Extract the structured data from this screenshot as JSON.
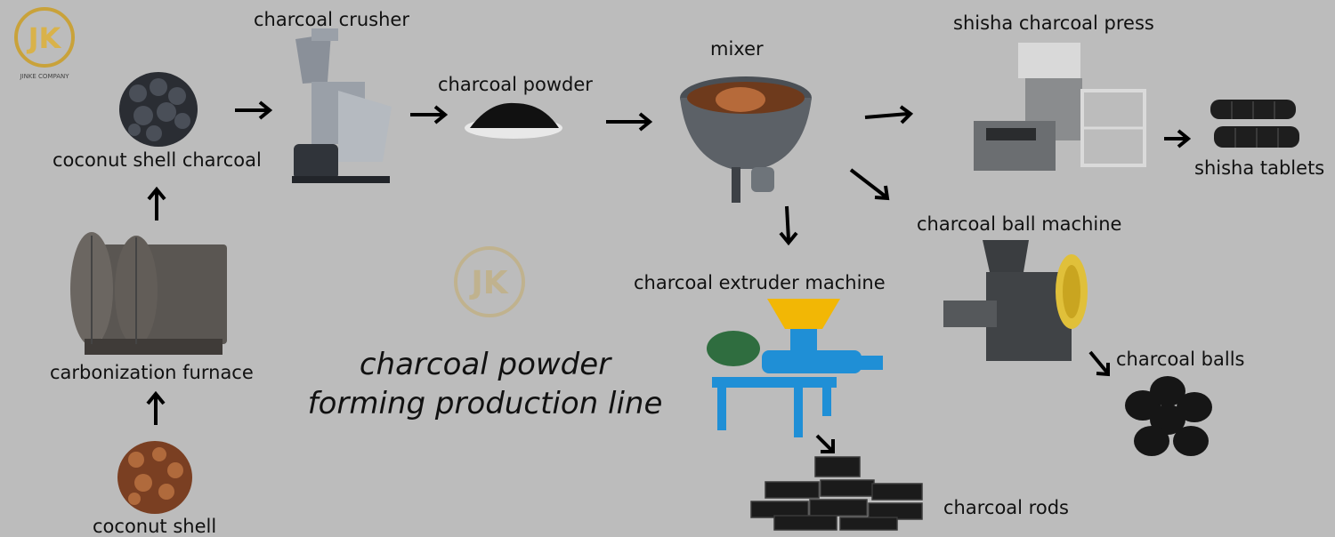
{
  "logo": {
    "text": "JK",
    "subtext": "JINKE COMPANY"
  },
  "title_line1": "charcoal powder",
  "title_line2": "forming production line",
  "labels": {
    "coconut_shell_charcoal": "coconut shell charcoal",
    "charcoal_crusher": "charcoal crusher",
    "charcoal_powder": "charcoal powder",
    "mixer": "mixer",
    "shisha_charcoal_press": "shisha charcoal press",
    "shisha_tablets": "shisha tablets",
    "charcoal_ball_machine": "charcoal ball machine",
    "charcoal_balls": "charcoal balls",
    "charcoal_extruder_machine": "charcoal extruder machine",
    "charcoal_rods": "charcoal rods",
    "carbonization_furnace": "carbonization furnace",
    "coconut_shell": "coconut shell"
  },
  "colors": {
    "background": "#bcbcbc",
    "gold": "#c9a23a",
    "charcoal": "#1c1c1c",
    "extruder_blue": "#1f8fd6",
    "extruder_yellow": "#f2b705"
  }
}
